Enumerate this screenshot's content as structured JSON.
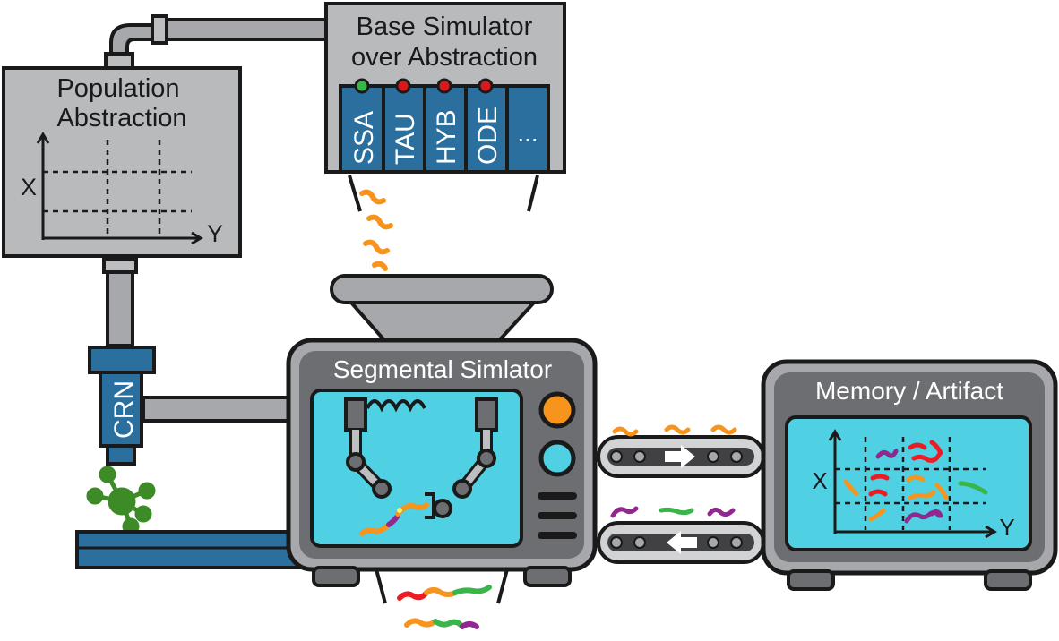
{
  "population": {
    "title_line1": "Population",
    "title_line2": "Abstraction",
    "axis_x": "X",
    "axis_y": "Y"
  },
  "base_simulator": {
    "title_line1": "Base Simulator",
    "title_line2": "over Abstraction",
    "modules": [
      {
        "label": "SSA",
        "light": "green"
      },
      {
        "label": "TAU",
        "light": "red"
      },
      {
        "label": "HYB",
        "light": "red"
      },
      {
        "label": "ODE",
        "light": "red"
      },
      {
        "label": "...",
        "light": "none"
      }
    ]
  },
  "crn": {
    "label": "CRN"
  },
  "segmental": {
    "title": "Segmental Simlator"
  },
  "memory": {
    "title": "Memory / Artifact",
    "axis_x": "X",
    "axis_y": "Y"
  },
  "colors": {
    "outline": "#1a1a1a",
    "machine_gray": "#a6a8ab",
    "dark_gray": "#6d6e71",
    "screen_cyan": "#4fd0e3",
    "panel_blue": "#2b6f9e",
    "segment_orange": "#f7941d",
    "segment_red": "#ed1c24",
    "segment_purple": "#92278f",
    "segment_green": "#39b54a",
    "led_green": "#39b54a",
    "led_red": "#d7191c",
    "molecule_green": "#3d8b27"
  }
}
